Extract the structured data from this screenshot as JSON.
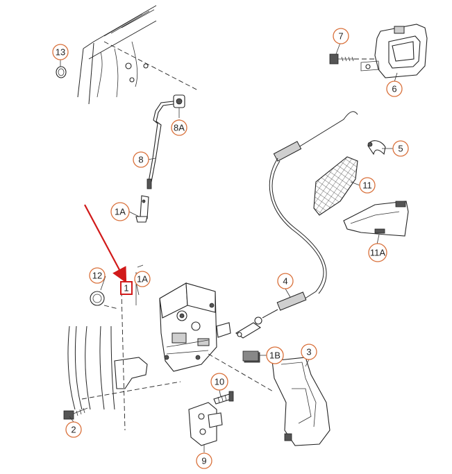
{
  "callouts": [
    {
      "id": "13",
      "label": "13"
    },
    {
      "id": "7",
      "label": "7"
    },
    {
      "id": "6",
      "label": "6"
    },
    {
      "id": "8A",
      "label": "8A"
    },
    {
      "id": "5",
      "label": "5"
    },
    {
      "id": "8",
      "label": "8"
    },
    {
      "id": "11",
      "label": "11"
    },
    {
      "id": "1A-top",
      "label": "1A"
    },
    {
      "id": "11A",
      "label": "11A"
    },
    {
      "id": "12",
      "label": "12"
    },
    {
      "id": "1",
      "label": "1"
    },
    {
      "id": "1A-mid",
      "label": "1A"
    },
    {
      "id": "4",
      "label": "4"
    },
    {
      "id": "3",
      "label": "3"
    },
    {
      "id": "1B",
      "label": "1B"
    },
    {
      "id": "10",
      "label": "10"
    },
    {
      "id": "2",
      "label": "2"
    },
    {
      "id": "9",
      "label": "9"
    }
  ],
  "highlight": {
    "label": "1",
    "color": "#d11a1a"
  },
  "colors": {
    "callout_ring": "#d9703a",
    "arrow": "#d11a1a",
    "ink": "#222222"
  }
}
